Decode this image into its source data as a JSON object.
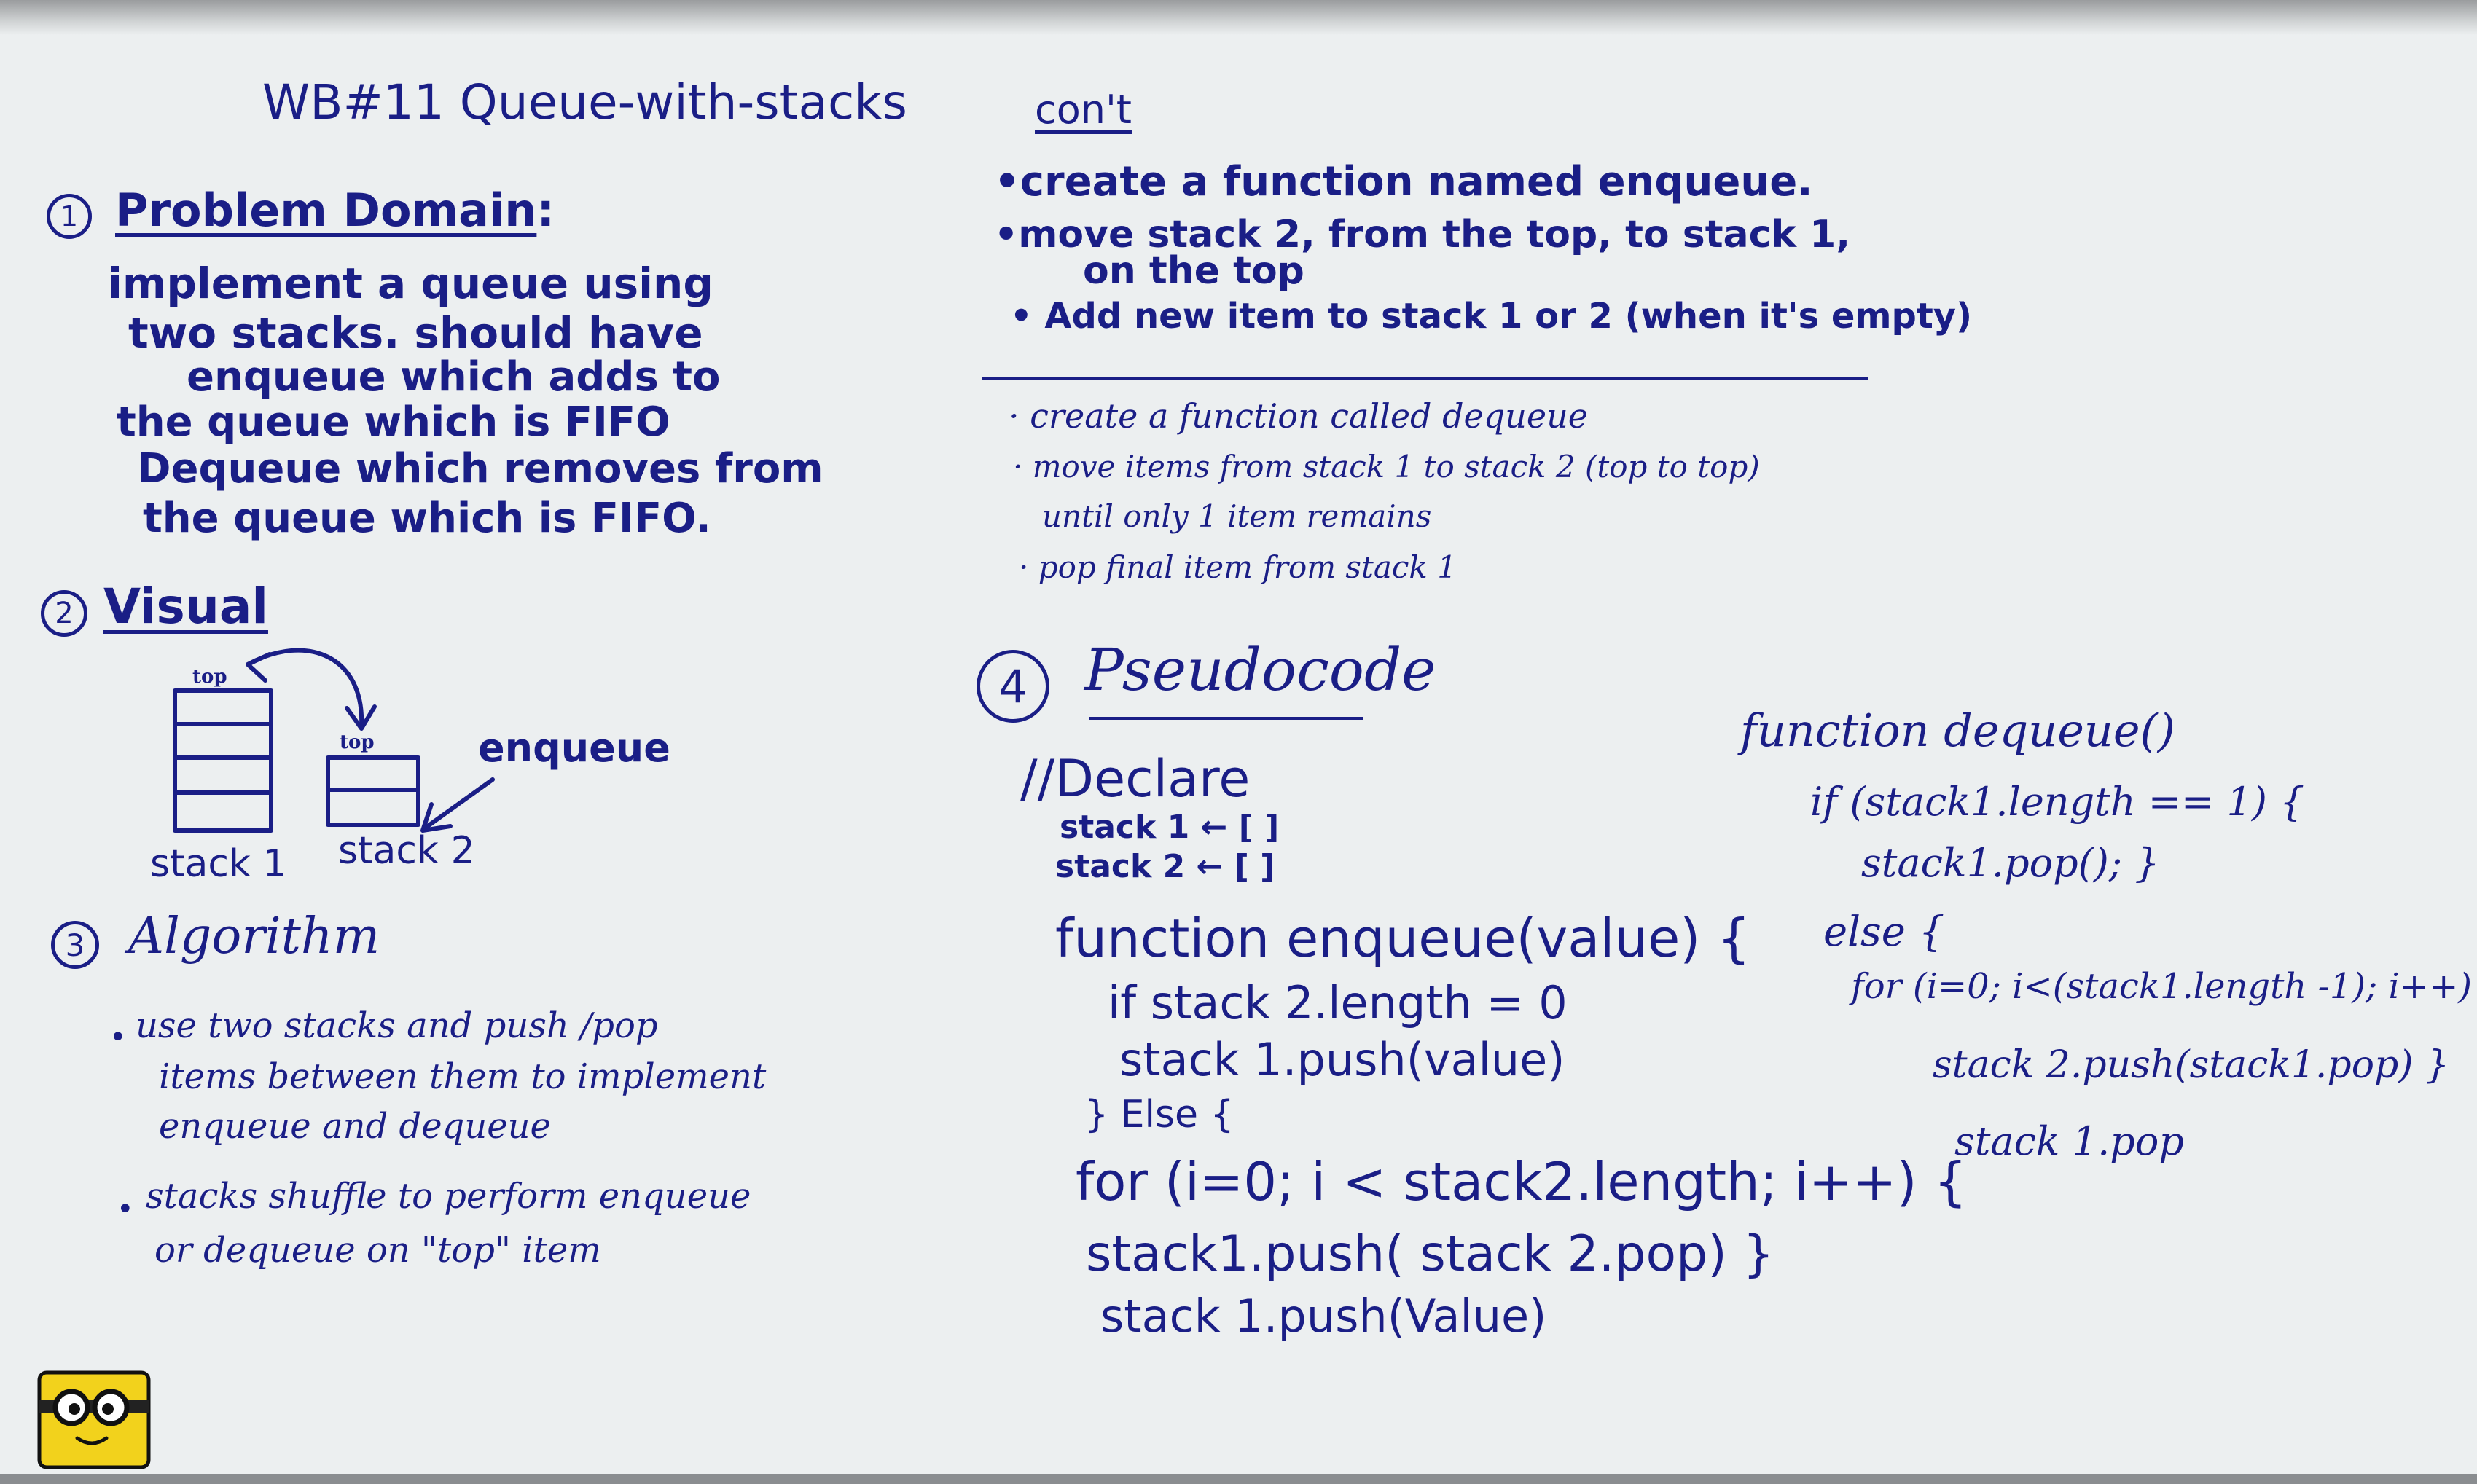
{
  "title": "WB#11 Queue-with-stacks",
  "cont_heading": "con't",
  "sections": {
    "problem": {
      "number": "1",
      "heading": "Problem Domain",
      "heading_suffix": ":",
      "lines": [
        "implement a queue using",
        "two stacks. should have",
        "enqueue which adds to",
        "the queue which is FIFO",
        "Dequeue which removes from",
        "the queue which is FIFO."
      ]
    },
    "visual": {
      "number": "2",
      "heading": "Visual",
      "top_label_1": "top",
      "top_label_2": "top",
      "stack1_label": "stack 1",
      "stack2_label": "stack 2",
      "enqueue_label": "enqueue"
    },
    "algorithm": {
      "number": "3",
      "heading": "Algorithm",
      "bullet1": [
        "use two stacks and push /pop",
        "items between them to implement",
        "enqueue and dequeue"
      ],
      "bullet2": [
        "stacks shuffle to perform enqueue",
        "or dequeue on \"top\" item"
      ]
    },
    "cont": {
      "enqueue_bullets": [
        "create a function named enqueue.",
        "move stack 2, from the top, to stack 1,",
        "on the top",
        "Add new item to stack 1 or 2 (when it's empty)"
      ],
      "dequeue_bullets": [
        "create a function called dequeue",
        "move items from stack 1 to stack 2 (top to top)",
        "until only 1 item remains",
        "pop final item from stack 1"
      ]
    },
    "pseudocode": {
      "number": "4",
      "heading": "Pseudocode",
      "declare": "//Declare",
      "declare_lines": [
        "stack 1  ← [ ]",
        "stack 2  ← [ ]"
      ],
      "enqueue_code": [
        "function enqueue(value) {",
        "if stack 2.length = 0",
        "stack 1.push(value)",
        "} Else {",
        "for (i=0; i < stack2.length; i++) {",
        "stack1.push( stack 2.pop) }",
        "stack 1.push(Value)"
      ],
      "dequeue_code": [
        "function dequeue()",
        "if (stack1.length == 1) {",
        "stack1.pop(); }",
        "else {",
        "for (i=0; i<(stack1.length -1); i++)",
        "stack 2.push(stack1.pop) }",
        "stack 1.pop"
      ]
    }
  },
  "colors": {
    "ink": "#1a1e86",
    "board": "#eceff0",
    "mascot": "#f2d21c"
  },
  "mascot_icon": "goggles-sticky-note"
}
